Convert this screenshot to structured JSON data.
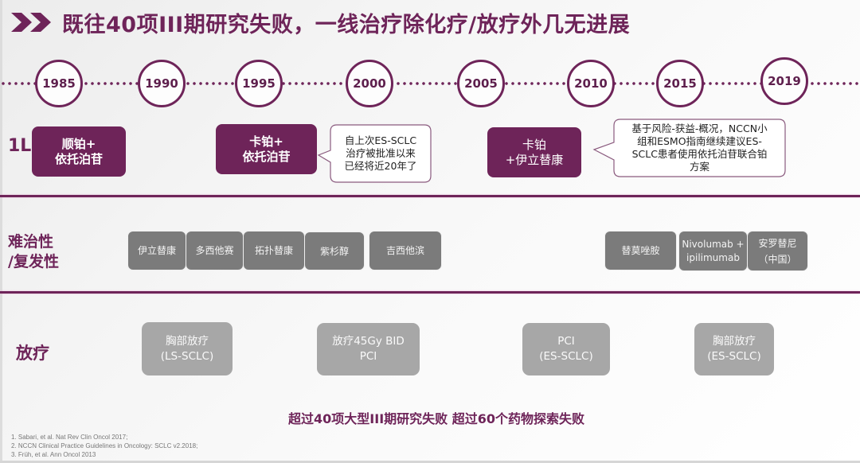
{
  "title": {
    "icon": "double-chevron-right-icon",
    "text": "既往40项III期研究失败，一线治疗除化疗/放疗外几无进展"
  },
  "colors": {
    "brand_purple": "#6e2459",
    "drug_box_gray": "#7b7b7b",
    "radiotherapy_box_gray": "#a7a7a7"
  },
  "timeline": {
    "years": [
      "1985",
      "1990",
      "1995",
      "2000",
      "2005",
      "2010",
      "2015",
      "2019"
    ]
  },
  "rows": {
    "first_line": {
      "label": "1L",
      "boxes": [
        {
          "text": "顺铂+\n依托泊苷"
        },
        {
          "text": "卡铂+\n依托泊苷"
        },
        {
          "text": "卡铂\n+伊立替康"
        }
      ],
      "callouts": [
        {
          "text": "自上次ES-SCLC\n治疗被批准以来\n已经将近20年了"
        },
        {
          "text": "基于风险-获益-概况，NCCN小\n组和ESMO指南继续建议ES-\nSCLC患者使用依托泊苷联合铂\n方案"
        }
      ]
    },
    "refractory": {
      "label": "难治性\n/复发性",
      "boxes": [
        {
          "text": "伊立替康"
        },
        {
          "text": "多西他赛"
        },
        {
          "text": "拓扑替康"
        },
        {
          "text": "紫杉醇"
        },
        {
          "text": "吉西他滨"
        },
        {
          "text": "替莫唑胺"
        },
        {
          "text": "Nivolumab +\nipilimumab"
        },
        {
          "text": "安罗替尼\n（中国）"
        }
      ]
    },
    "radiotherapy": {
      "label": "放疗",
      "boxes": [
        {
          "text": "胸部放疗\n(LS-SCLC)"
        },
        {
          "text": "放疗45Gy BID\nPCI"
        },
        {
          "text": "PCI\n(ES-SCLC)"
        },
        {
          "text": "胸部放疗\n(ES-SCLC)"
        }
      ]
    }
  },
  "summary": "超过40项大型III期研究失败 超过60个药物探索失败",
  "references": [
    "1. Sabari, et al. Nat Rev Clin Oncol 2017;",
    "2. NCCN Clinical Practice Guidelines in Oncology: SCLC v2.2018;",
    "3. Früh, et al. Ann Oncol 2013"
  ]
}
